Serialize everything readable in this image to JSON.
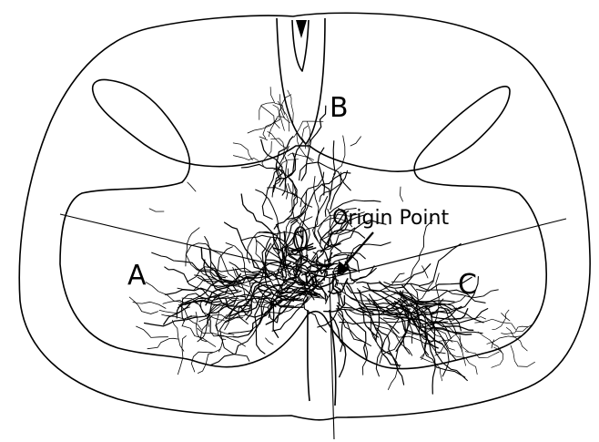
{
  "labels": {
    "region_a": "A",
    "region_b": "B",
    "region_c": "C",
    "origin": "Origin Point"
  },
  "colors": {
    "ink": "#000000",
    "background": "#ffffff"
  }
}
